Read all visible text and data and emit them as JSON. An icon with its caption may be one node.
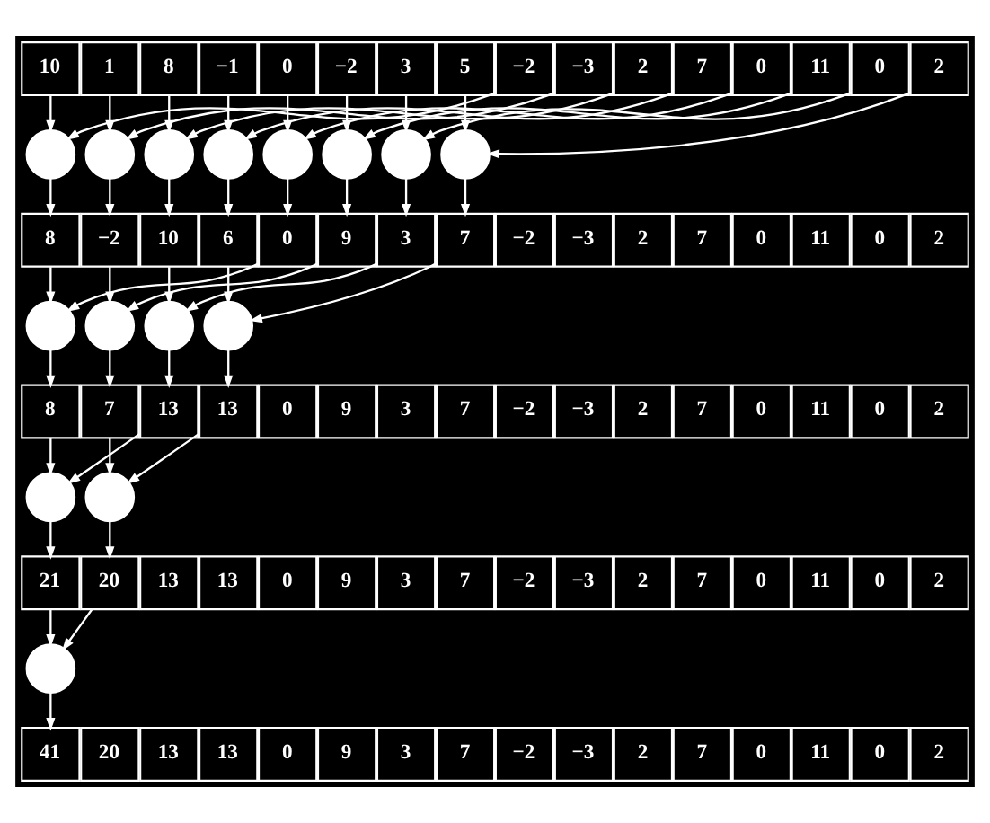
{
  "diagram": {
    "nodes": [
      {
        "text": [
          "10"
        ]
      },
      {
        "text": [
          "1"
        ]
      },
      {
        "text": [
          "8"
        ]
      },
      {
        "text": [
          "−1"
        ]
      },
      {
        "text": [
          "0"
        ]
      },
      {
        "text": [
          "−2"
        ]
      },
      {
        "text": [
          "3"
        ]
      },
      {
        "text": [
          "5"
        ]
      },
      {
        "text": [
          "−2"
        ]
      },
      {
        "text": [
          "−3"
        ]
      },
      {
        "text": [
          "2"
        ]
      },
      {
        "text": [
          "7"
        ]
      },
      {
        "text": [
          "0"
        ]
      },
      {
        "text": [
          "11"
        ]
      },
      {
        "text": [
          "0"
        ]
      },
      {
        "text": [
          "2"
        ]
      },
      {
        "text": [],
        "shape": "circle"
      },
      {
        "text": [],
        "shape": "circle"
      },
      {
        "text": [],
        "shape": "circle"
      },
      {
        "text": [],
        "shape": "circle"
      },
      {
        "text": [],
        "shape": "circle"
      },
      {
        "text": [],
        "shape": "circle"
      },
      {
        "text": [],
        "shape": "circle"
      },
      {
        "text": [],
        "shape": "circle"
      },
      {
        "text": [
          "8"
        ]
      },
      {
        "text": [
          "−2"
        ]
      },
      {
        "text": [
          "10"
        ]
      },
      {
        "text": [
          "6"
        ]
      },
      {
        "text": [
          "0"
        ]
      },
      {
        "text": [
          "9"
        ]
      },
      {
        "text": [
          "3"
        ]
      },
      {
        "text": [
          "7"
        ]
      },
      {
        "text": [
          "−2"
        ]
      },
      {
        "text": [
          "−3"
        ]
      },
      {
        "text": [
          "2"
        ]
      },
      {
        "text": [
          "7"
        ]
      },
      {
        "text": [
          "0"
        ]
      },
      {
        "text": [
          "11"
        ]
      },
      {
        "text": [
          "0"
        ]
      },
      {
        "text": [
          "2"
        ]
      },
      {
        "text": [],
        "shape": "circle"
      },
      {
        "text": [],
        "shape": "circle"
      },
      {
        "text": [],
        "shape": "circle"
      },
      {
        "text": [],
        "shape": "circle"
      },
      {
        "text": [
          "8"
        ]
      },
      {
        "text": [
          "7"
        ]
      },
      {
        "text": [
          "13"
        ]
      },
      {
        "text": [
          "13"
        ]
      },
      {
        "text": [
          "0"
        ]
      },
      {
        "text": [
          "9"
        ]
      },
      {
        "text": [
          "3"
        ]
      },
      {
        "text": [
          "7"
        ]
      },
      {
        "text": [
          "−2"
        ]
      },
      {
        "text": [
          "−3"
        ]
      },
      {
        "text": [
          "2"
        ]
      },
      {
        "text": [
          "7"
        ]
      },
      {
        "text": [
          "0"
        ]
      },
      {
        "text": [
          "11"
        ]
      },
      {
        "text": [
          "0"
        ]
      },
      {
        "text": [
          "2"
        ]
      },
      {
        "text": [],
        "shape": "circle"
      },
      {
        "text": [],
        "shape": "circle"
      },
      {
        "text": [
          "21"
        ]
      },
      {
        "text": [
          "20"
        ]
      },
      {
        "text": [
          "13"
        ]
      },
      {
        "text": [
          "13"
        ]
      },
      {
        "text": [
          "0"
        ]
      },
      {
        "text": [
          "9"
        ]
      },
      {
        "text": [
          "3"
        ]
      },
      {
        "text": [
          "7"
        ]
      },
      {
        "text": [
          "−2"
        ]
      },
      {
        "text": [
          "−3"
        ]
      },
      {
        "text": [
          "2"
        ]
      },
      {
        "text": [
          "7"
        ]
      },
      {
        "text": [
          "0"
        ]
      },
      {
        "text": [
          "11"
        ]
      },
      {
        "text": [
          "0"
        ]
      },
      {
        "text": [
          "2"
        ]
      },
      {
        "text": [],
        "shape": "circle"
      },
      {
        "text": [
          "41"
        ]
      },
      {
        "text": [
          "20"
        ]
      },
      {
        "text": [
          "13"
        ]
      },
      {
        "text": [
          "13"
        ]
      },
      {
        "text": [
          "0"
        ]
      },
      {
        "text": [
          "9"
        ]
      },
      {
        "text": [
          "3"
        ]
      },
      {
        "text": [
          "7"
        ]
      },
      {
        "text": [
          "−2"
        ]
      },
      {
        "text": [
          "−3"
        ]
      },
      {
        "text": [
          "2"
        ]
      },
      {
        "text": [
          "7"
        ]
      },
      {
        "text": [
          "0"
        ]
      },
      {
        "text": [
          "11"
        ]
      },
      {
        "text": [
          "0"
        ]
      },
      {
        "text": [
          "2"
        ]
      }
    ],
    "edges": [
      {
        "from": 0,
        "to": 16,
        "arrow": "to"
      },
      {
        "from": 8,
        "to": 16,
        "arrow": "to"
      },
      {
        "from": 16,
        "to": 24,
        "arrow": "to"
      },
      {
        "from": 1,
        "to": 17,
        "arrow": "to"
      },
      {
        "from": 9,
        "to": 17,
        "arrow": "to"
      },
      {
        "from": 17,
        "to": 25,
        "arrow": "to"
      },
      {
        "from": 2,
        "to": 18,
        "arrow": "to"
      },
      {
        "from": 10,
        "to": 18,
        "arrow": "to"
      },
      {
        "from": 18,
        "to": 26,
        "arrow": "to"
      },
      {
        "from": 3,
        "to": 19,
        "arrow": "to"
      },
      {
        "from": 11,
        "to": 19,
        "arrow": "to"
      },
      {
        "from": 19,
        "to": 27,
        "arrow": "to"
      },
      {
        "from": 4,
        "to": 20,
        "arrow": "to"
      },
      {
        "from": 12,
        "to": 20,
        "arrow": "to"
      },
      {
        "from": 20,
        "to": 28,
        "arrow": "to"
      },
      {
        "from": 5,
        "to": 21,
        "arrow": "to"
      },
      {
        "from": 13,
        "to": 21,
        "arrow": "to"
      },
      {
        "from": 21,
        "to": 29,
        "arrow": "to"
      },
      {
        "from": 6,
        "to": 22,
        "arrow": "to"
      },
      {
        "from": 14,
        "to": 22,
        "arrow": "to"
      },
      {
        "from": 22,
        "to": 30,
        "arrow": "to"
      },
      {
        "from": 7,
        "to": 23,
        "arrow": "to"
      },
      {
        "from": 15,
        "to": 23,
        "arrow": "to"
      },
      {
        "from": 23,
        "to": 31,
        "arrow": "to"
      },
      {
        "from": 24,
        "to": 40,
        "arrow": "to"
      },
      {
        "from": 28,
        "to": 40,
        "arrow": "to"
      },
      {
        "from": 40,
        "to": 44,
        "arrow": "to"
      },
      {
        "from": 25,
        "to": 41,
        "arrow": "to"
      },
      {
        "from": 29,
        "to": 41,
        "arrow": "to"
      },
      {
        "from": 41,
        "to": 45,
        "arrow": "to"
      },
      {
        "from": 26,
        "to": 42,
        "arrow": "to"
      },
      {
        "from": 30,
        "to": 42,
        "arrow": "to"
      },
      {
        "from": 42,
        "to": 46,
        "arrow": "to"
      },
      {
        "from": 27,
        "to": 43,
        "arrow": "to"
      },
      {
        "from": 31,
        "to": 43,
        "arrow": "to"
      },
      {
        "from": 43,
        "to": 47,
        "arrow": "to"
      },
      {
        "from": 44,
        "to": 60,
        "arrow": "to"
      },
      {
        "from": 46,
        "to": 60,
        "arrow": "to"
      },
      {
        "from": 60,
        "to": 62,
        "arrow": "to"
      },
      {
        "from": 45,
        "to": 61,
        "arrow": "to"
      },
      {
        "from": 47,
        "to": 61,
        "arrow": "to"
      },
      {
        "from": 61,
        "to": 63,
        "arrow": "to"
      },
      {
        "from": 62,
        "to": 78,
        "arrow": "to"
      },
      {
        "from": 63,
        "to": 78,
        "arrow": "to"
      },
      {
        "from": 78,
        "to": 79,
        "arrow": "to"
      }
    ]
  }
}
